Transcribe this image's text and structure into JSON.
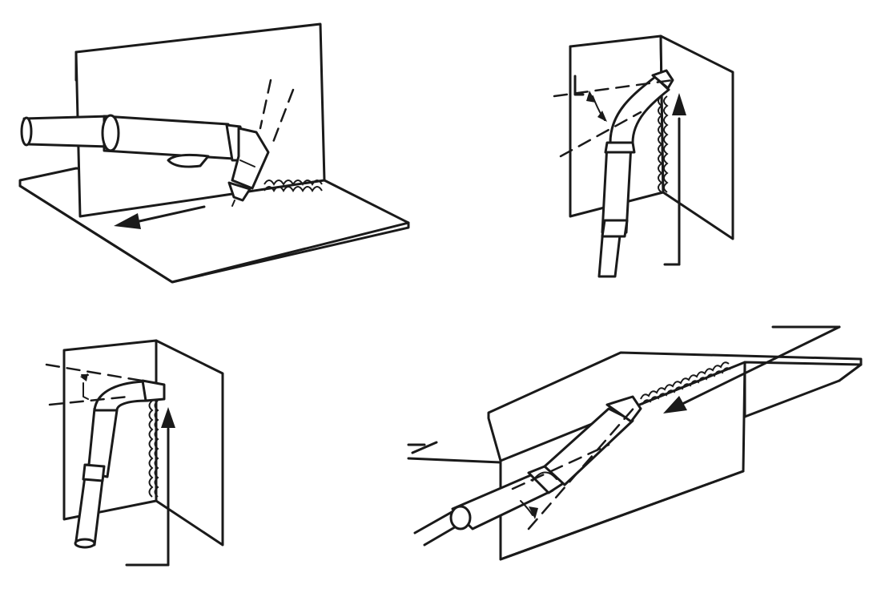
{
  "figure": {
    "panels": [
      {
        "id": "horizontal-fillet",
        "bead_direction": "right-to-left"
      },
      {
        "id": "vertical-up-torch-angled",
        "bead_direction": "upward"
      },
      {
        "id": "vertical-up-inside-corner",
        "bead_direction": "upward"
      },
      {
        "id": "overhead-fillet",
        "bead_direction": "toward-lower-left"
      }
    ],
    "colors": {
      "ink": "#1a1a1a",
      "background": "#ffffff"
    }
  }
}
